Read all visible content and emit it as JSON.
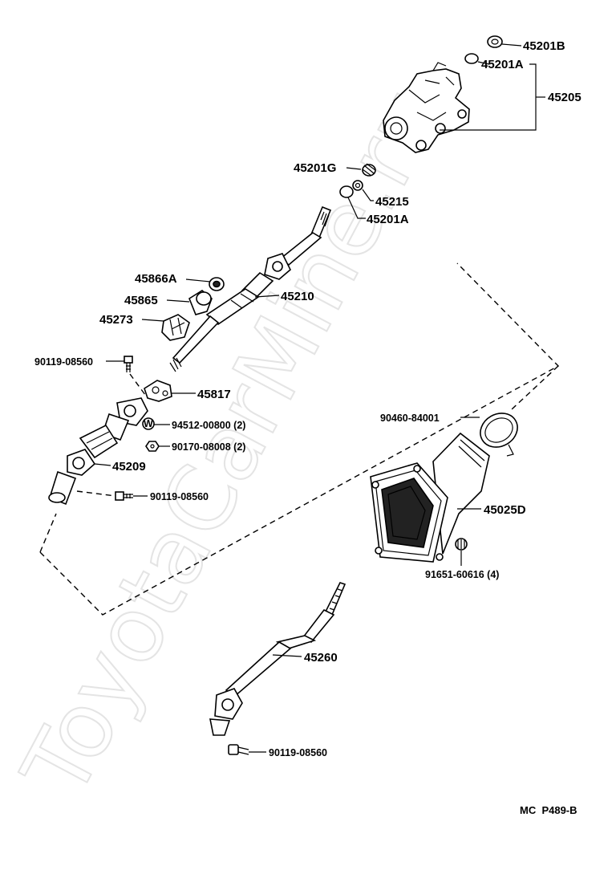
{
  "watermark": "ToyotaCarMine.ru",
  "drawing_code": "MC  P489-B",
  "labels": {
    "p45201B": "45201B",
    "p45201A_top": "45201A",
    "p45205": "45205",
    "p45201G": "45201G",
    "p45215": "45215",
    "p45201A_mid": "45201A",
    "p45866A": "45866A",
    "p45865": "45865",
    "p45273": "45273",
    "p45210": "45210",
    "p90119_upper": "90119-08560",
    "p45817": "45817",
    "p94512": "94512-00800 (2)",
    "p90170": "90170-08008 (2)",
    "p45209": "45209",
    "p90119_mid": "90119-08560",
    "p90460": "90460-84001",
    "p45025D": "45025D",
    "p91651": "91651-60616 (4)",
    "p45260": "45260",
    "p90119_lower": "90119-08560"
  },
  "washer_mark": "W"
}
